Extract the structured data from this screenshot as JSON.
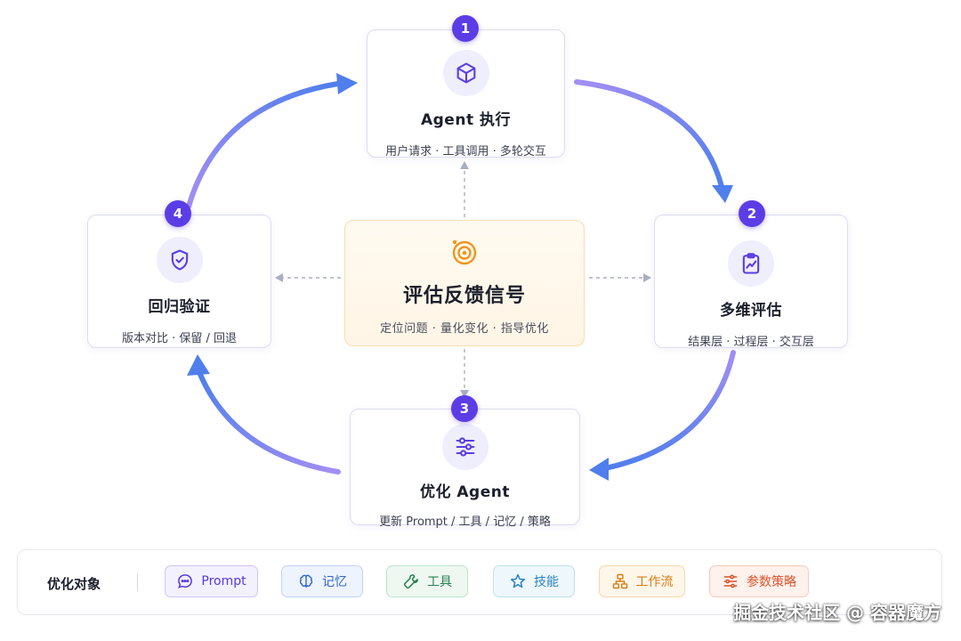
{
  "center": {
    "title": "评估反馈信号",
    "subtitle": "定位问题 · 量化变化 · 指导优化",
    "icon": "target-icon"
  },
  "steps": [
    {
      "number": "1",
      "title": "Agent 执行",
      "subtitle": "用户请求 · 工具调用 · 多轮交互",
      "icon": "cube-icon"
    },
    {
      "number": "2",
      "title": "多维评估",
      "subtitle": "结果层 · 过程层 · 交互层",
      "icon": "clipboard-chart-icon"
    },
    {
      "number": "3",
      "title": "优化 Agent",
      "subtitle": "更新 Prompt / 工具 / 记忆 / 策略",
      "icon": "sliders-icon"
    },
    {
      "number": "4",
      "title": "回归验证",
      "subtitle": "版本对比 · 保留 / 回退",
      "icon": "shield-check-icon"
    }
  ],
  "targets": {
    "label": "优化对象",
    "chips": [
      {
        "label": "Prompt",
        "icon": "chat-bubble-icon",
        "color": "#6a4ee8"
      },
      {
        "label": "记忆",
        "icon": "brain-icon",
        "color": "#3b6fd6"
      },
      {
        "label": "工具",
        "icon": "wrench-icon",
        "color": "#2e8a57"
      },
      {
        "label": "技能",
        "icon": "star-icon",
        "color": "#2a8fc7"
      },
      {
        "label": "工作流",
        "icon": "workflow-icon",
        "color": "#e58a1f"
      },
      {
        "label": "参数策略",
        "icon": "sliders-icon",
        "color": "#e0592f"
      }
    ]
  },
  "watermark": "掘金技术社区 @ 容器魔方",
  "colors": {
    "accent": "#5b3de6",
    "arrow_start": "#8b7cf0",
    "arrow_end": "#4f7fec",
    "center_accent": "#f0951e"
  }
}
